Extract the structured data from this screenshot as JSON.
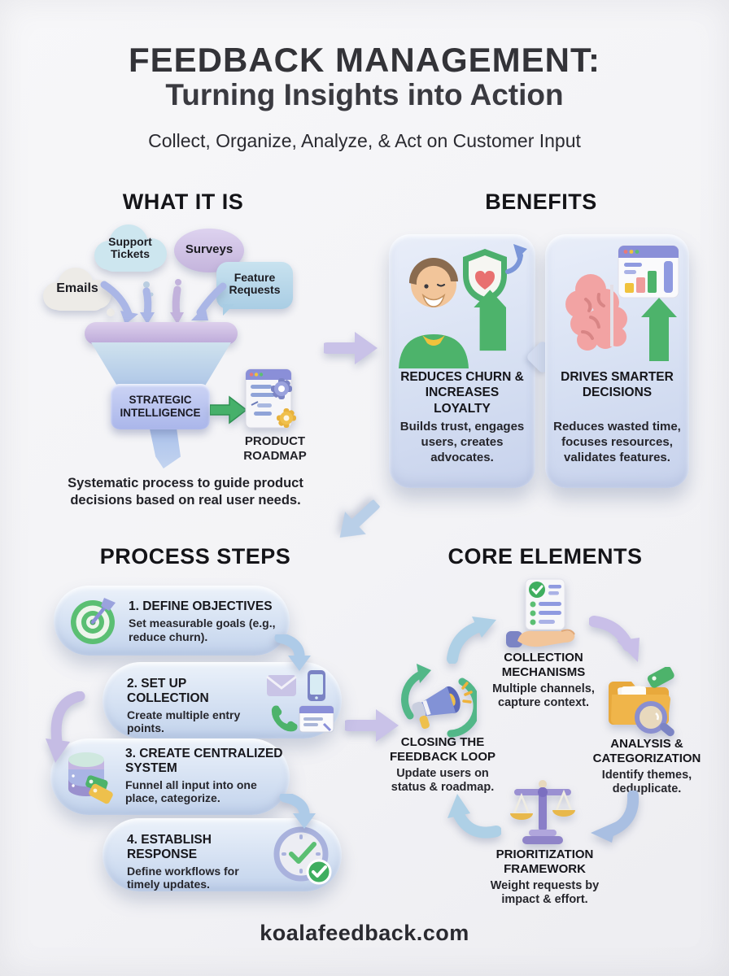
{
  "header": {
    "title_line1": "FEEDBACK MANAGEMENT:",
    "title_line2": "Turning Insights into Action",
    "subtitle": "Collect, Organize, Analyze, & Act on Customer Input"
  },
  "what_it_is": {
    "heading": "WHAT IT IS",
    "sources": [
      {
        "label": "Support Tickets"
      },
      {
        "label": "Surveys"
      },
      {
        "label": "Emails"
      },
      {
        "label": "Feature Requests"
      }
    ],
    "funnel_label": "STRATEGIC INTELLIGENCE",
    "output_label": "PRODUCT ROADMAP",
    "description": "Systematic process to guide product decisions based on real user needs."
  },
  "benefits": {
    "heading": "BENEFITS",
    "cards": [
      {
        "title": "REDUCES CHURN & INCREASES LOYALTY",
        "body": "Builds trust, engages users, creates advocates."
      },
      {
        "title": "DRIVES SMARTER DECISIONS",
        "body": "Reduces wasted time, focuses resources, validates features."
      }
    ]
  },
  "process_steps": {
    "heading": "PROCESS STEPS",
    "steps": [
      {
        "title": "1. DEFINE OBJECTIVES",
        "body": "Set measurable goals (e.g., reduce churn)."
      },
      {
        "title": "2. SET UP COLLECTION",
        "body": "Create multiple entry points."
      },
      {
        "title": "3. CREATE CENTRALIZED SYSTEM",
        "body": "Funnel all input into one place, categorize."
      },
      {
        "title": "4. ESTABLISH RESPONSE",
        "body": "Define workflows for timely updates."
      }
    ]
  },
  "core_elements": {
    "heading": "CORE ELEMENTS",
    "items": [
      {
        "title": "COLLECTION MECHANISMS",
        "body": "Multiple channels, capture context."
      },
      {
        "title": "ANALYSIS & CATEGORIZATION",
        "body": "Identify themes, deduplicate."
      },
      {
        "title": "PRIORITIZATION FRAMEWORK",
        "body": "Weight requests by impact & effort."
      },
      {
        "title": "CLOSING THE FEEDBACK LOOP",
        "body": "Update users on status & roadmap."
      }
    ]
  },
  "footer": {
    "site": "koalafeedback.com"
  },
  "icons": [
    "cloud-icon",
    "speech-bubble-icon",
    "funnel-icon",
    "green-arrow-icon",
    "roadmap-window-icon",
    "person-icon",
    "shield-heart-icon",
    "growth-arrow-icon",
    "brain-icon",
    "analytics-window-icon",
    "target-dart-icon",
    "mail-icon",
    "phone-icon",
    "handset-icon",
    "browser-icon",
    "database-tags-icon",
    "clock-check-icon",
    "hand-checklist-icon",
    "folder-search-icon",
    "scale-icon",
    "megaphone-loop-icon",
    "block-arrow-icon",
    "curved-arrow-icon"
  ],
  "colors": {
    "background": "#f4f4f6",
    "text_dark": "#1f1f26",
    "card_fill": "#d8e1f3",
    "pill_fill": "#d9e4f4",
    "lavender_arrow": "#c9c2e8",
    "blue_arrow": "#b5cfe8",
    "periwinkle_arrow": "#a9bce4",
    "green": "#4db36b",
    "funnel_blue": "#a9c4e4",
    "funnel_rim": "#c9b8e0",
    "strategic_box": "#b7c3ef",
    "cloud_blue": "#cde6ef",
    "cloud_lavender": "#d3c6e8",
    "cloud_white": "#edebe7",
    "bubble_blue": "#b7d8ea"
  }
}
